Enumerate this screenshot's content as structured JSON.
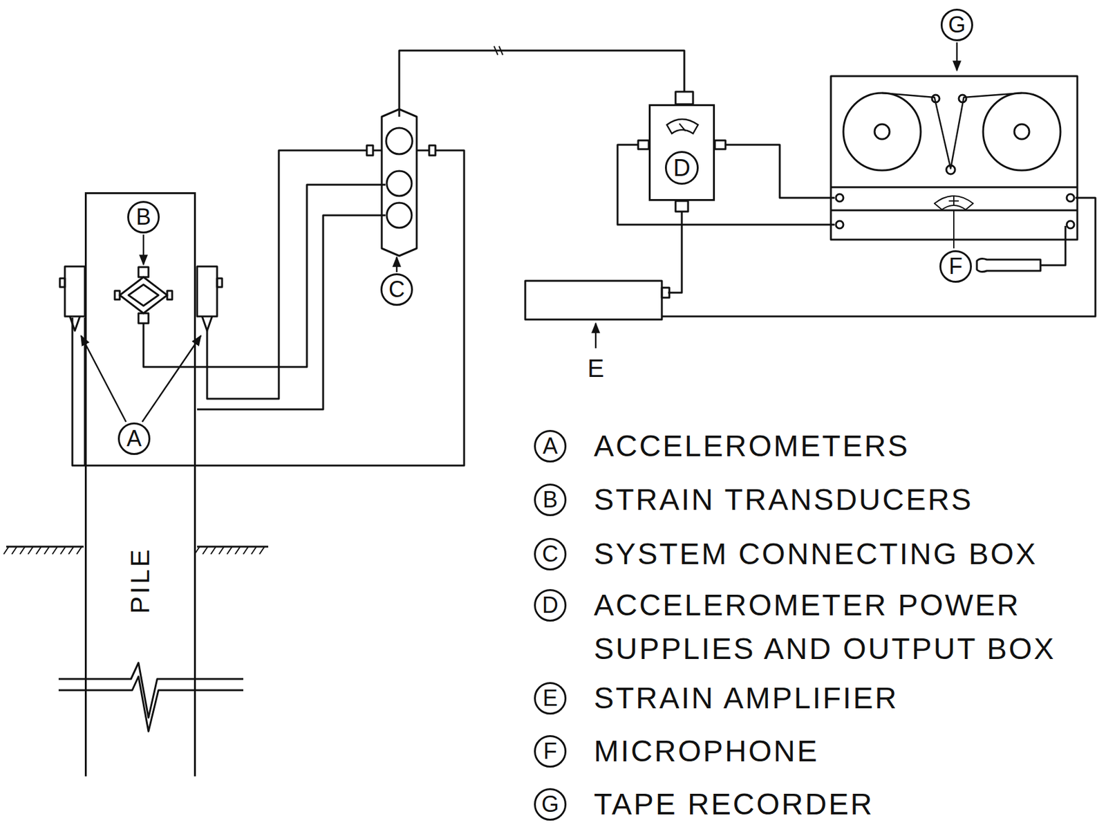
{
  "diagram": {
    "nodes": [
      {
        "text": [
          "PILE"
        ]
      },
      {
        "text": [
          "D"
        ]
      }
    ],
    "labels": [
      "G",
      "B",
      "C",
      "A",
      "F",
      "E",
      "A",
      "B",
      "C",
      "D",
      "E",
      "F",
      "G"
    ],
    "legend": [
      {
        "text": "ACCELEROMETERS"
      },
      {
        "text": "STRAIN TRANSDUCERS"
      },
      {
        "text": "SYSTEM CONNECTING BOX"
      },
      {
        "text": "ACCELEROMETER POWER SUPPLIES AND OUTPUT BOX"
      },
      {
        "text": "STRAIN AMPLIFIER"
      },
      {
        "text": "MICROPHONE"
      },
      {
        "text": "TAPE RECORDER"
      }
    ]
  }
}
